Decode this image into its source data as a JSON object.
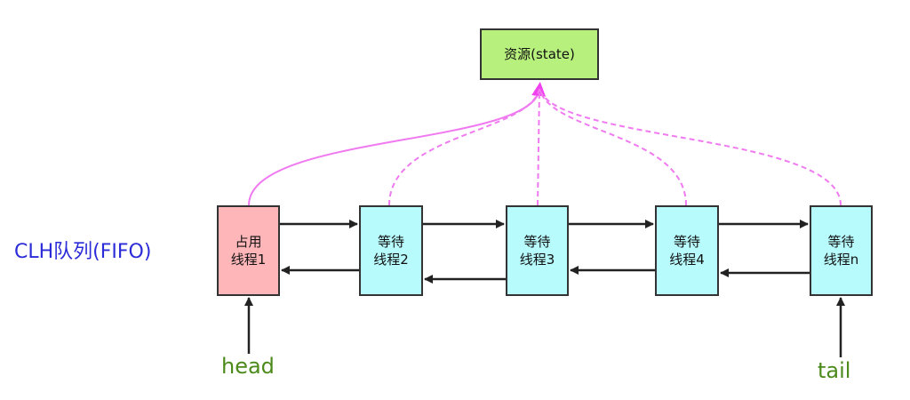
{
  "resource": {
    "label": "资源(state)"
  },
  "queue": {
    "label": "CLH队列(FIFO)"
  },
  "nodes": [
    {
      "line1": "占用",
      "line2": "线程1",
      "fill": "#ffb6b9",
      "holds_resource": true
    },
    {
      "line1": "等待",
      "line2": "线程2",
      "fill": "#b7fbfd",
      "holds_resource": false
    },
    {
      "line1": "等待",
      "line2": "线程3",
      "fill": "#b7fbfd",
      "holds_resource": false
    },
    {
      "line1": "等待",
      "line2": "线程4",
      "fill": "#b7fbfd",
      "holds_resource": false
    },
    {
      "line1": "等待",
      "line2": "线程n",
      "fill": "#b7fbfd",
      "holds_resource": false
    }
  ],
  "pointers": {
    "head": "head",
    "tail": "tail"
  },
  "colors": {
    "resource_fill": "#b7f07c",
    "link_color": "#f07af0",
    "queue_text": "#2b2bd8",
    "pointer_text": "#4c8a1c"
  }
}
